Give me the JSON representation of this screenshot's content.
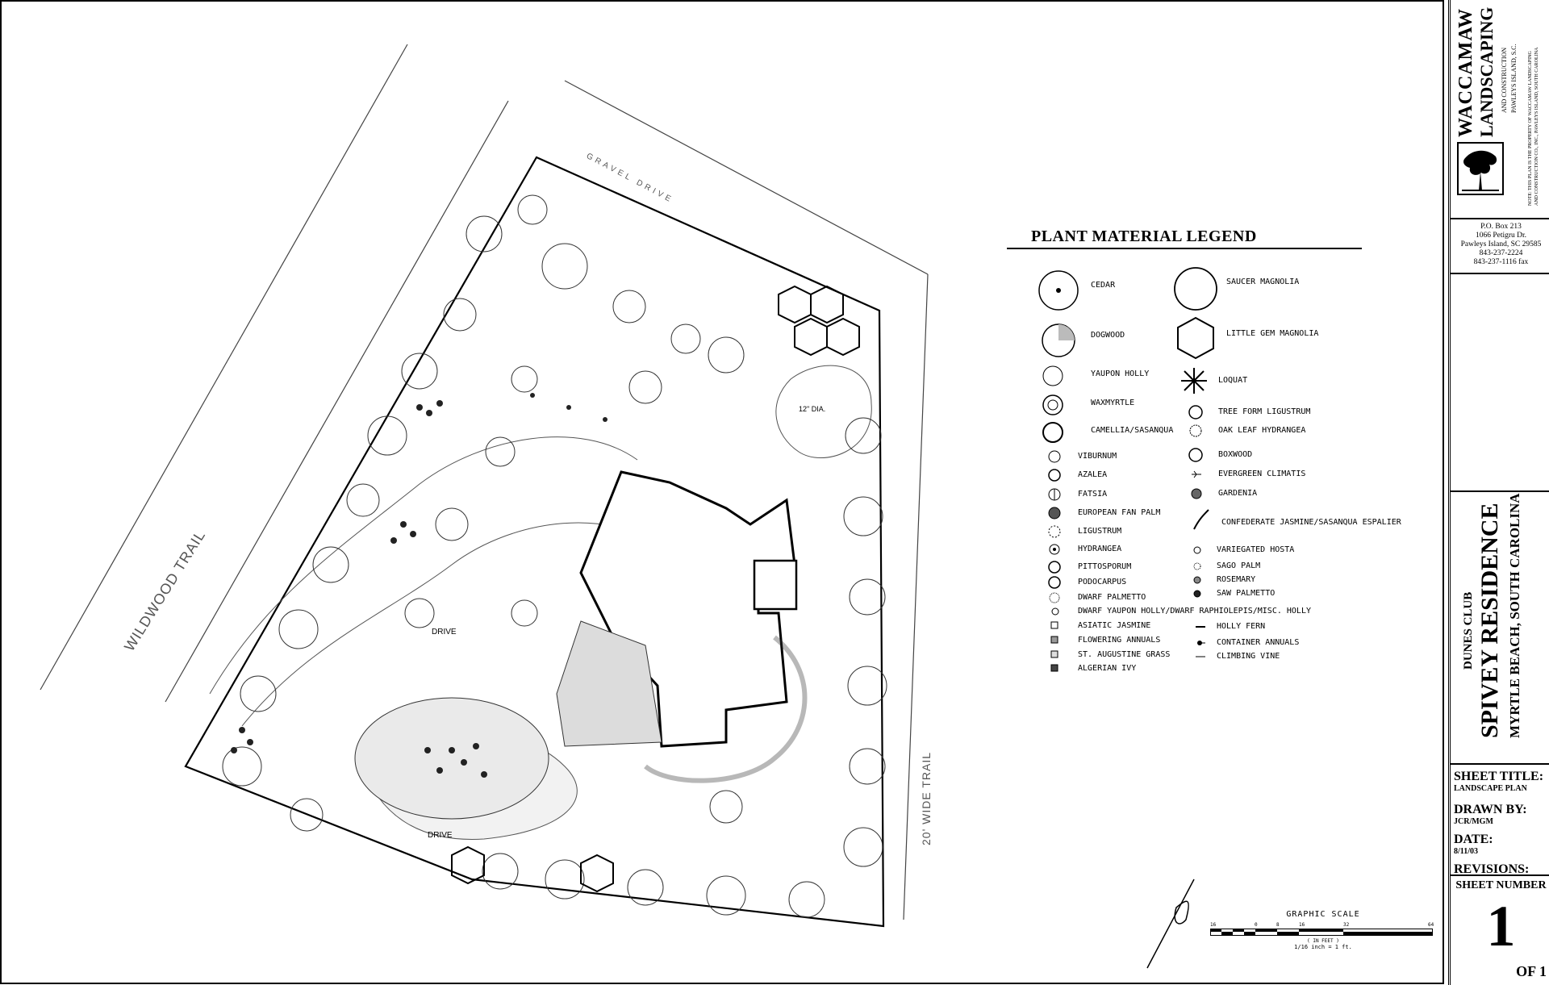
{
  "plan": {
    "road_left": "WILDWOOD TRAIL",
    "road_right": "20' WIDE TRAIL",
    "gravel_drive": "GRAVEL DRIVE",
    "drive_top": "DRIVE",
    "drive_bottom": "DRIVE",
    "dia_note": "12\" DIA."
  },
  "legend": {
    "title": "PLANT MATERIAL LEGEND",
    "left_items": [
      "CEDAR",
      "DOGWOOD",
      "YAUPON HOLLY",
      "WAXMYRTLE",
      "CAMELLIA/SASANQUA",
      "VIBURNUM",
      "AZALEA",
      "FATSIA",
      "EUROPEAN FAN PALM",
      "LIGUSTRUM",
      "HYDRANGEA",
      "PITTOSPORUM",
      "PODOCARPUS",
      "DWARF PALMETTO",
      "DWARF YAUPON HOLLY/DWARF RAPHIOLEPIS/MISC. HOLLY",
      "ASIATIC JASMINE",
      "FLOWERING ANNUALS",
      "ST. AUGUSTINE GRASS",
      "ALGERIAN IVY"
    ],
    "right_items": [
      "SAUCER MAGNOLIA",
      "LITTLE GEM MAGNOLIA",
      "LOQUAT",
      "TREE FORM LIGUSTRUM",
      "OAK LEAF HYDRANGEA",
      "BOXWOOD",
      "EVERGREEN CLIMATIS",
      "GARDENIA",
      "CONFEDERATE JASMINE/SASANQUA ESPALIER",
      "VARIEGATED HOSTA",
      "SAGO PALM",
      "ROSEMARY",
      "SAW PALMETTO",
      "HOLLY FERN",
      "CONTAINER ANNUALS",
      "CLIMBING VINE"
    ]
  },
  "scale": {
    "title": "GRAPHIC SCALE",
    "ticks": [
      "16",
      "0",
      "8",
      "16",
      "32",
      "64"
    ],
    "units": "( IN FEET )",
    "ratio": "1/16 inch = 1 ft."
  },
  "title_block": {
    "company_line1": "WACCAMAW",
    "company_line2": "LANDSCAPING",
    "company_line3": "AND CONSTRUCTION",
    "company_line4": "PAWLEYS ISLAND, S.C.",
    "note_line1": "NOTE: THIS PLAN IS THE PROPERTY OF WACCAMAW LANDSCAPING",
    "note_line2": "AND CONSTRUCTION CO., INC., PAWLEYS ISLAND, SOUTH CAROLINA",
    "address": [
      "P.O. Box 213",
      "1066 Petigru Dr.",
      "Pawleys Island, SC 29585",
      "843-237-2224",
      "843-237-1116 fax"
    ],
    "project_club": "DUNES CLUB",
    "project_name": "SPIVEY RESIDENCE",
    "project_location": "MYRTLE BEACH, SOUTH CAROLINA",
    "sheet_title_label": "SHEET TITLE:",
    "sheet_title_value": "LANDSCAPE PLAN",
    "drawn_by_label": "DRAWN BY:",
    "drawn_by_value": "JCR/MGM",
    "date_label": "DATE:",
    "date_value": "8/11/03",
    "revisions_label": "REVISIONS:",
    "sheet_number_label": "SHEET NUMBER",
    "sheet_number": "1",
    "sheet_of": "OF 1"
  }
}
